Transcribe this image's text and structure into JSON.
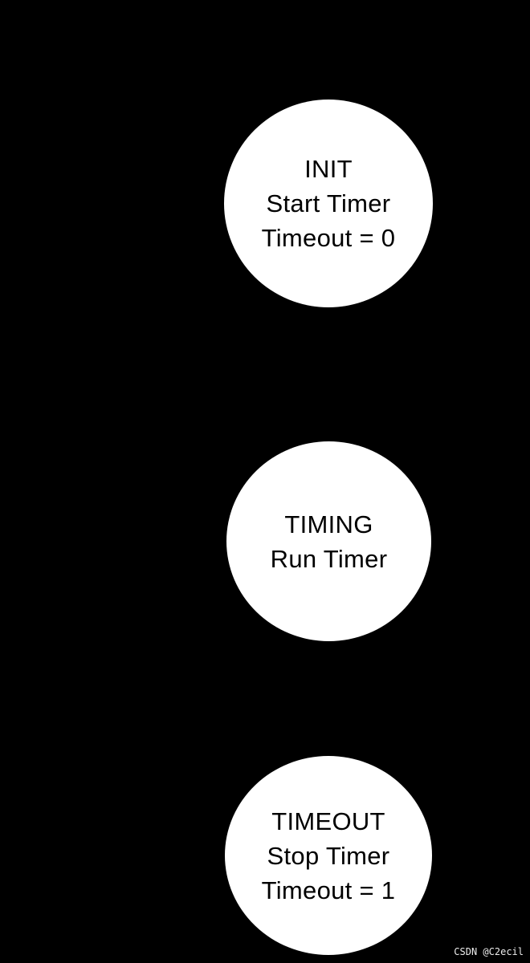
{
  "canvas": {
    "background_color": "#000000"
  },
  "diagram": {
    "type": "state-diagram",
    "node_fill_color": "#ffffff",
    "node_text_color": "#000000",
    "nodes": [
      {
        "id": "init",
        "lines": [
          "INIT",
          "Start Timer",
          "Timeout = 0"
        ]
      },
      {
        "id": "timing",
        "lines": [
          "TIMING",
          "Run Timer"
        ]
      },
      {
        "id": "timeout",
        "lines": [
          "TIMEOUT",
          "Stop Timer",
          "Timeout = 1"
        ]
      }
    ]
  },
  "watermark": {
    "text": "CSDN @C2ecil",
    "color": "#ececec"
  }
}
